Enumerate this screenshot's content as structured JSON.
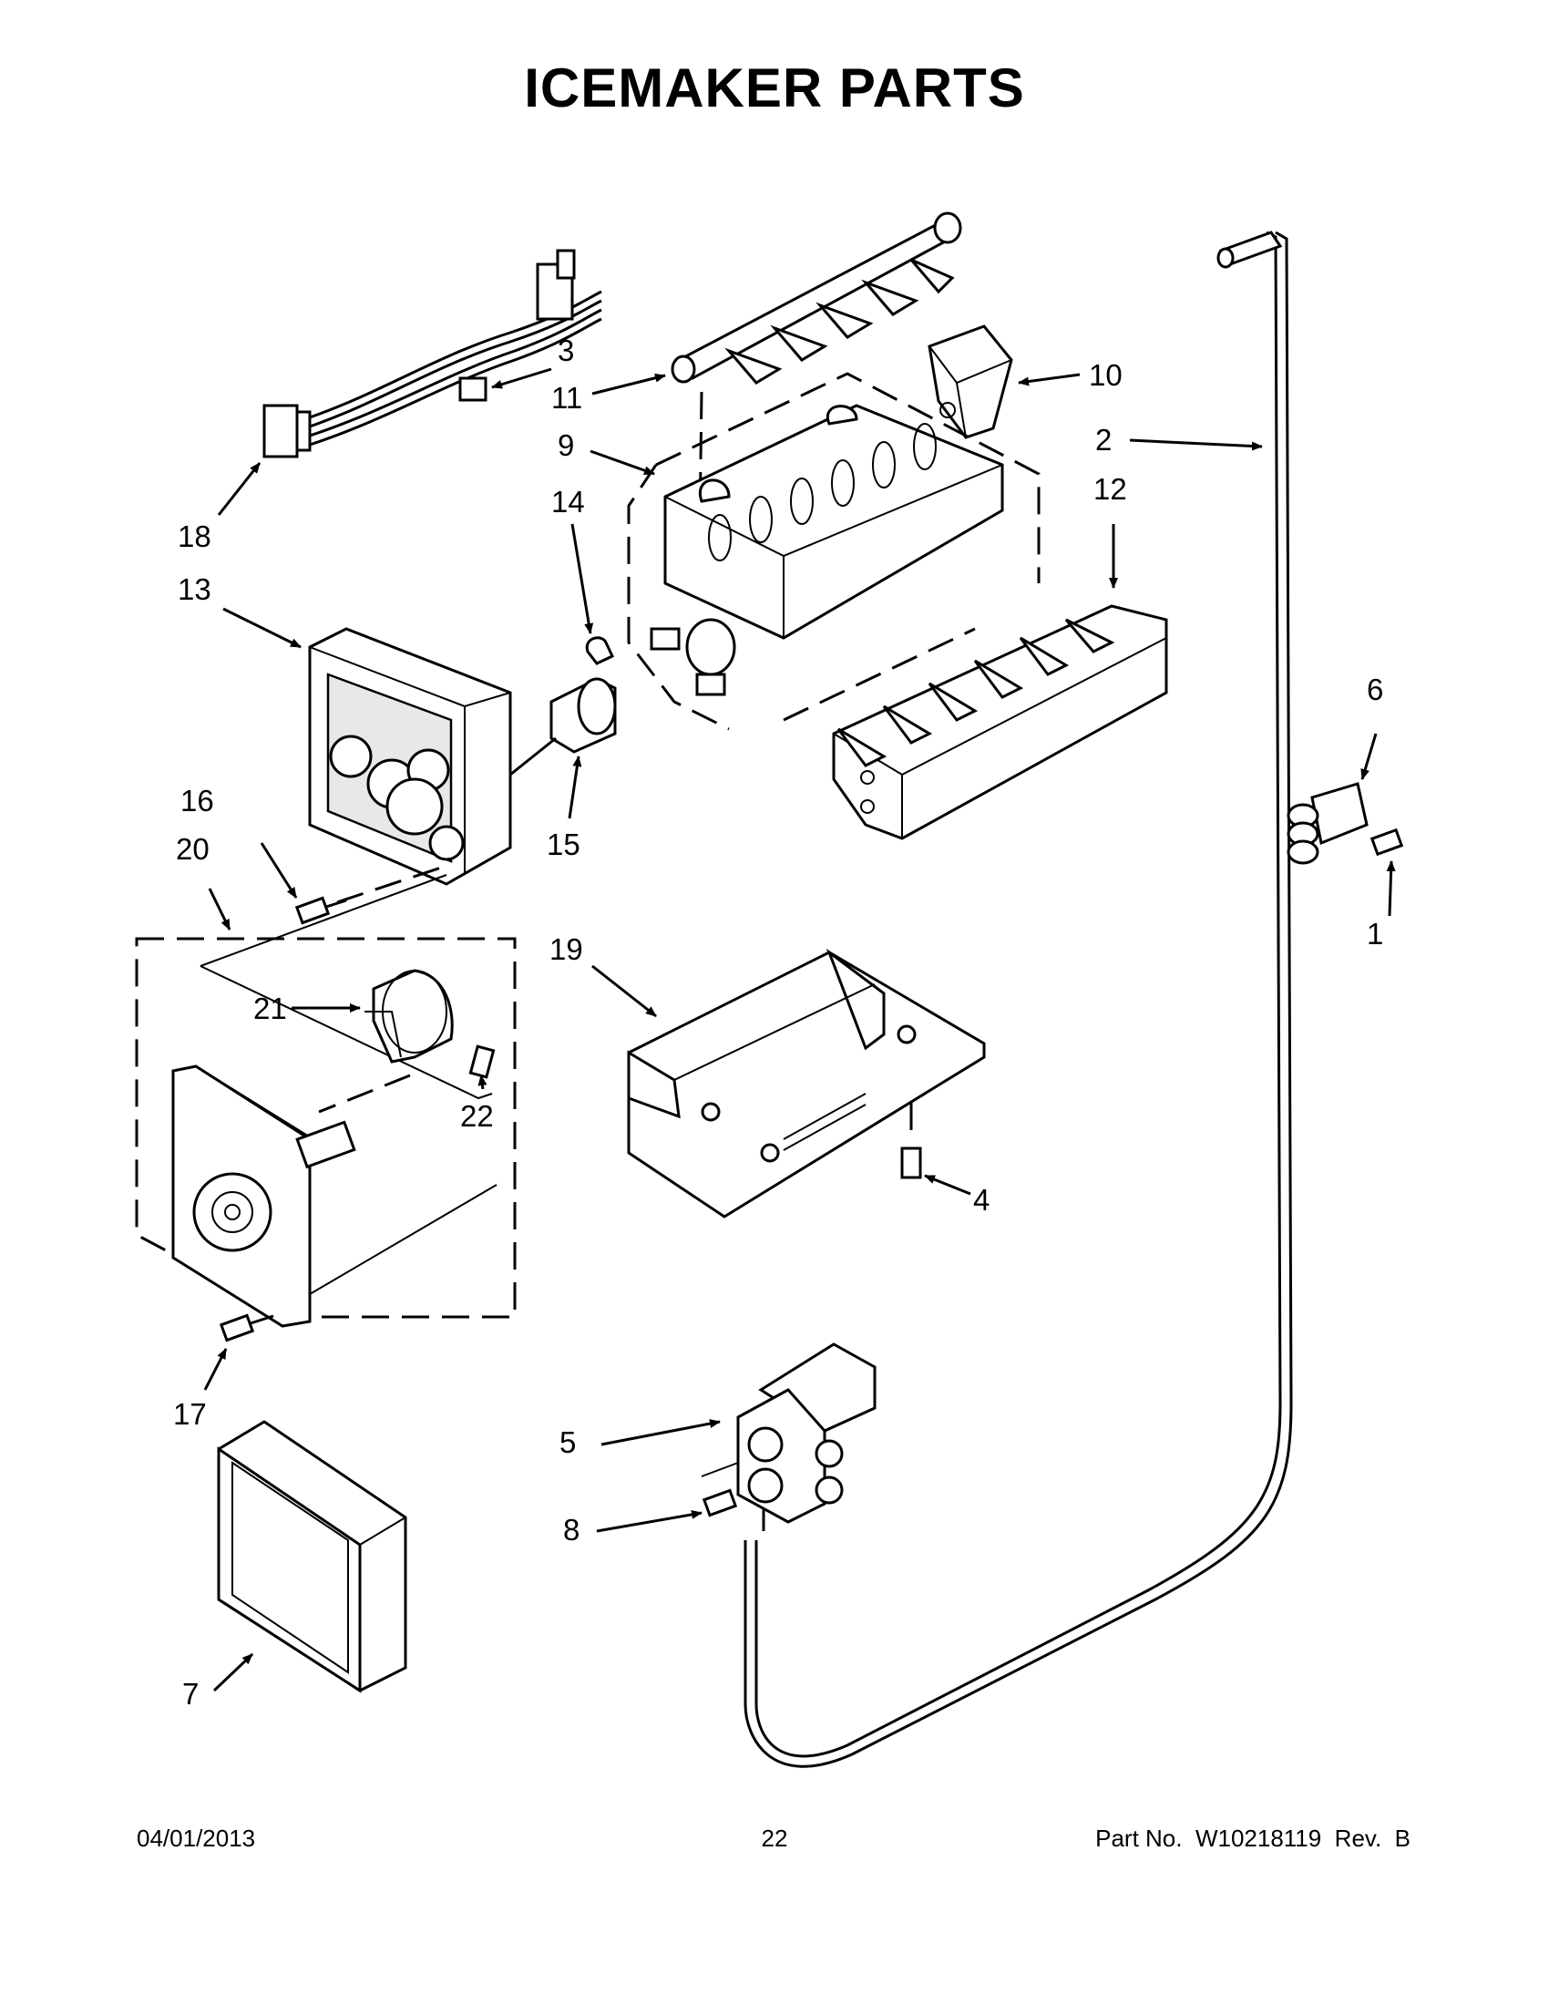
{
  "page": {
    "title": "ICEMAKER PARTS"
  },
  "callouts": [
    {
      "id": "c1",
      "label": "1"
    },
    {
      "id": "c2",
      "label": "2"
    },
    {
      "id": "c3",
      "label": "3"
    },
    {
      "id": "c4",
      "label": "4"
    },
    {
      "id": "c5",
      "label": "5"
    },
    {
      "id": "c6",
      "label": "6"
    },
    {
      "id": "c7",
      "label": "7"
    },
    {
      "id": "c8",
      "label": "8"
    },
    {
      "id": "c9",
      "label": "9"
    },
    {
      "id": "c10",
      "label": "10"
    },
    {
      "id": "c11",
      "label": "11"
    },
    {
      "id": "c12",
      "label": "12"
    },
    {
      "id": "c13",
      "label": "13"
    },
    {
      "id": "c14",
      "label": "14"
    },
    {
      "id": "c15",
      "label": "15"
    },
    {
      "id": "c16",
      "label": "16"
    },
    {
      "id": "c17",
      "label": "17"
    },
    {
      "id": "c18",
      "label": "18"
    },
    {
      "id": "c19",
      "label": "19"
    },
    {
      "id": "c20",
      "label": "20"
    },
    {
      "id": "c21",
      "label": "21"
    },
    {
      "id": "c22",
      "label": "22"
    }
  ],
  "footer": {
    "date": "04/01/2013",
    "page_number": "22",
    "part_number": "Part No.  W10218119  Rev.  B"
  }
}
